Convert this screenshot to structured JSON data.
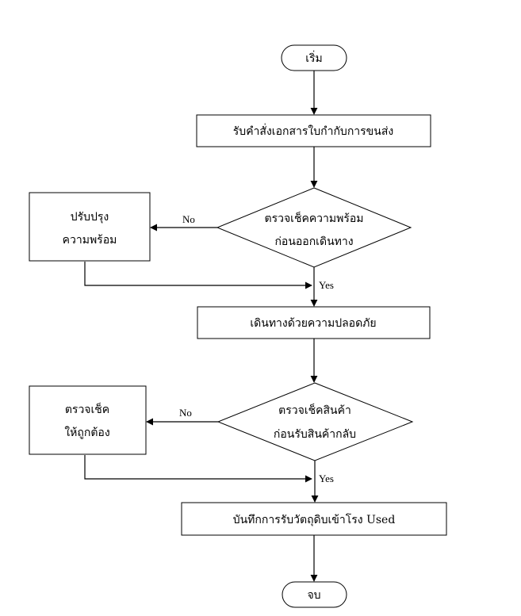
{
  "flowchart": {
    "start": "เริ่ม",
    "receive_order": "รับคำสั่งเอกสารใบกำกับการขนส่ง",
    "check_ready": [
      "ตรวจเช็คความพร้อม",
      "ก่อนออกเดินทาง"
    ],
    "improve_ready": [
      "ปรับปรุง",
      "ความพร้อม"
    ],
    "travel_safe": "เดินทางด้วยความปลอดภัย",
    "check_goods": [
      "ตรวจเช็คสินค้า",
      "ก่อนรับสินค้ากลับ"
    ],
    "verify_correct": [
      "ตรวจเช็ค",
      "ให้ถูกต้อง"
    ],
    "record_receipt": "บันทึกการรับวัตถุดิบเข้าโรง Used",
    "end": "จบ",
    "no_label_1": "No",
    "yes_label_1": "Yes",
    "no_label_2": "No",
    "yes_label_2": "Yes"
  }
}
